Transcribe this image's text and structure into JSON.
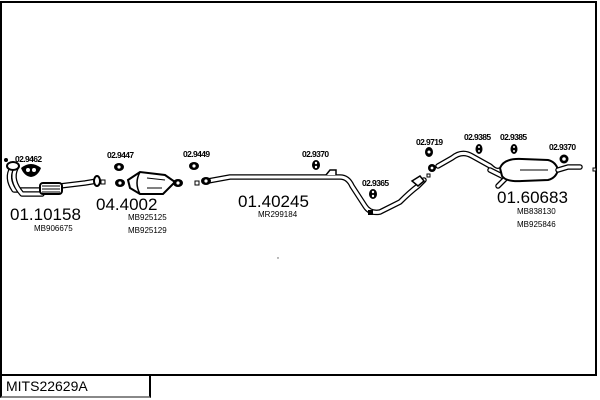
{
  "diagram": {
    "title": "MITS22629A",
    "parts": [
      {
        "id": "front-pipe",
        "part_number": "01.10158",
        "oe_numbers": [
          "MB906675"
        ],
        "accessories": [
          {
            "number": "02.9462",
            "kind": "gasket"
          }
        ]
      },
      {
        "id": "catalytic-converter",
        "part_number": "04.4002",
        "oe_numbers": [
          "MB925125",
          "MB925129"
        ],
        "accessories": [
          {
            "number": "02.9447",
            "kind": "gasket"
          },
          {
            "number": "02.9449",
            "kind": "gasket"
          }
        ]
      },
      {
        "id": "middle-pipe",
        "part_number": "01.40245",
        "oe_numbers": [
          "MR299184"
        ],
        "accessories": [
          {
            "number": "02.9370",
            "kind": "rubber-mount"
          },
          {
            "number": "02.9365",
            "kind": "rubber-mount"
          }
        ]
      },
      {
        "id": "rear-silencer",
        "part_number": "01.60683",
        "oe_numbers": [
          "MB838130",
          "MB925846"
        ],
        "accessories": [
          {
            "number": "02.9719",
            "kind": "gasket"
          },
          {
            "number": "02.9385",
            "kind": "rubber-mount"
          },
          {
            "number": "02.9385",
            "kind": "rubber-mount"
          },
          {
            "number": "02.9370",
            "kind": "rubber-mount"
          }
        ]
      }
    ]
  }
}
